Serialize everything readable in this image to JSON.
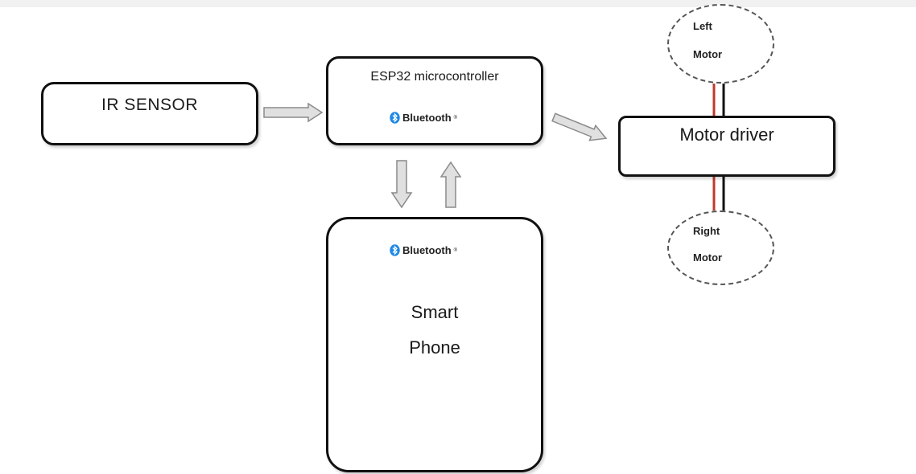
{
  "blocks": {
    "ir_sensor": "IR SENSOR",
    "esp32": "ESP32 microcontroller",
    "motor_driver": "Motor driver",
    "smart_phone_line1": "Smart",
    "smart_phone_line2": "Phone"
  },
  "bluetooth": {
    "label": "Bluetooth",
    "mark": "®"
  },
  "motors": {
    "left": {
      "line1": "Left",
      "line2": "Motor"
    },
    "right": {
      "line1": "Right",
      "line2": "Motor"
    }
  },
  "colors": {
    "border": "#111111",
    "arrow_fill": "#e0e0e0",
    "arrow_stroke": "#8a8a8a",
    "wire_red": "#c0392b",
    "wire_black": "#111111",
    "bluetooth_blue": "#1e88e5"
  },
  "icons": [
    "bluetooth-icon",
    "right-arrow-icon",
    "down-arrow-icon",
    "up-arrow-icon"
  ]
}
